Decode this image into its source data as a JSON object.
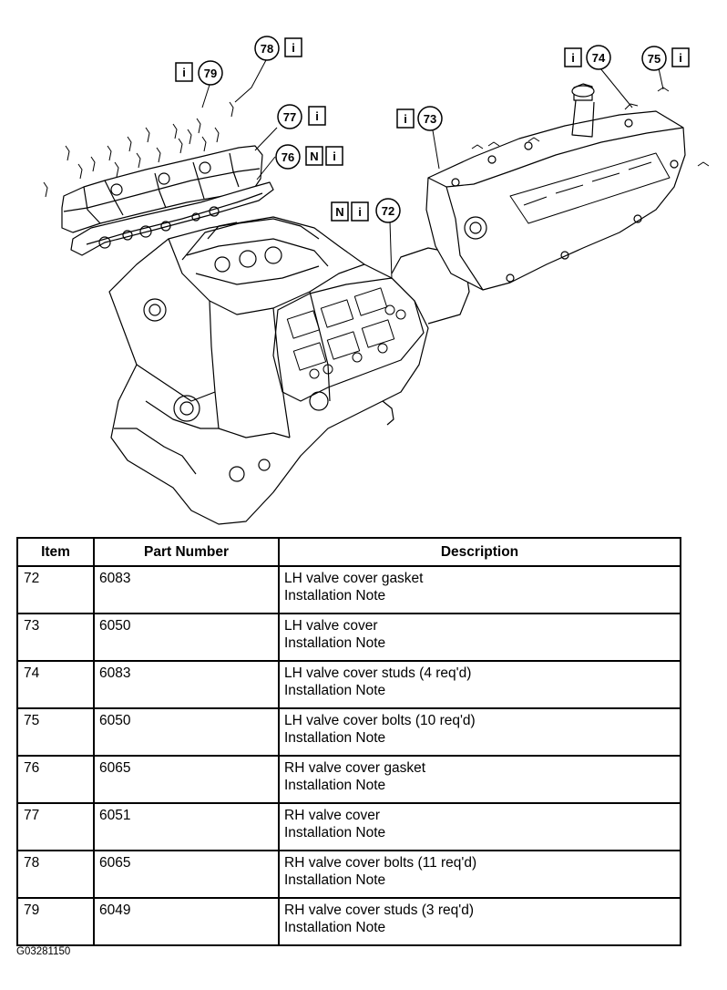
{
  "callouts": [
    {
      "id": "72",
      "badges": [
        "N",
        "i"
      ]
    },
    {
      "id": "73",
      "badges": [
        "i"
      ]
    },
    {
      "id": "74",
      "badges": [
        "i"
      ]
    },
    {
      "id": "75",
      "badges": [
        "i"
      ]
    },
    {
      "id": "76",
      "badges": [
        "N",
        "i"
      ]
    },
    {
      "id": "77",
      "badges": [
        "i"
      ]
    },
    {
      "id": "78",
      "badges": [
        "i"
      ]
    },
    {
      "id": "79",
      "badges": [
        "i"
      ]
    }
  ],
  "table": {
    "headers": {
      "item": "Item",
      "part_number": "Part Number",
      "description": "Description"
    },
    "rows": [
      {
        "item": "72",
        "part": "6083",
        "desc": "LH valve cover gasket",
        "note": "Installation Note"
      },
      {
        "item": "73",
        "part": "6050",
        "desc": "LH valve cover",
        "note": "Installation Note"
      },
      {
        "item": "74",
        "part": "6083",
        "desc": "LH valve cover studs (4 req'd)",
        "note": "Installation Note"
      },
      {
        "item": "75",
        "part": "6050",
        "desc": "LH valve cover bolts (10 req'd)",
        "note": "Installation Note"
      },
      {
        "item": "76",
        "part": "6065",
        "desc": "RH valve cover gasket",
        "note": "Installation Note"
      },
      {
        "item": "77",
        "part": "6051",
        "desc": "RH valve cover",
        "note": "Installation Note"
      },
      {
        "item": "78",
        "part": "6065",
        "desc": "RH valve cover bolts (11 req'd)",
        "note": "Installation Note"
      },
      {
        "item": "79",
        "part": "6049",
        "desc": "RH valve cover studs (3 req'd)",
        "note": "Installation Note"
      }
    ]
  },
  "figure_code": "G03281150"
}
